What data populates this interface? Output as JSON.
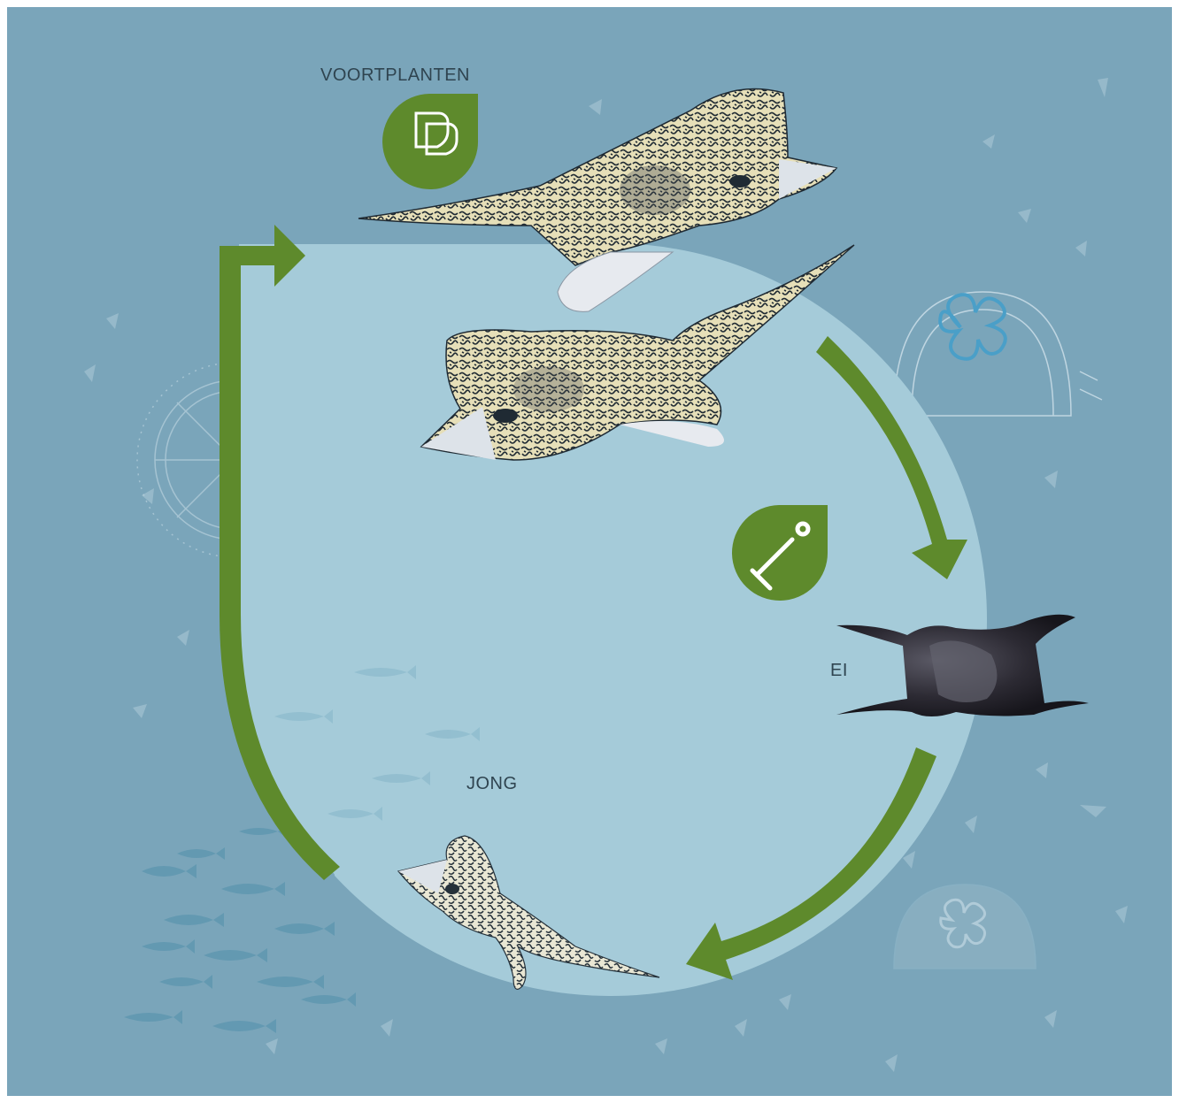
{
  "stages": {
    "reproduce": {
      "label": "VOORTPLANTEN",
      "icon": "two-hearts-icon"
    },
    "egg": {
      "label": "EI",
      "icon": "egg-case-icon"
    },
    "young": {
      "label": "JONG",
      "icon": "juvenile-ray-icon"
    }
  },
  "badges": {
    "reproduce_icon": "two-hearts-icon",
    "egg_icon": "pacifier-icon"
  },
  "colors": {
    "ocean": "#7aa5ba",
    "inner_circle": "#a5cbd9",
    "arrow": "#5e8a2c",
    "badge": "#5e8a2c",
    "text": "#2f4450"
  }
}
